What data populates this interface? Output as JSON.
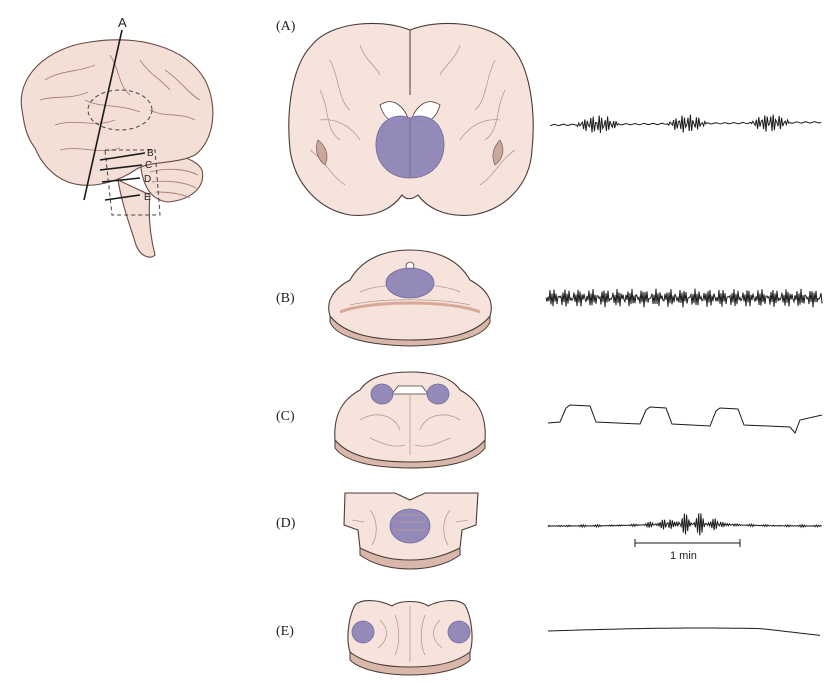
{
  "labels": {
    "section_a": "A",
    "section_b": "B",
    "section_c": "C",
    "section_d": "D",
    "section_e": "E"
  },
  "panels": [
    {
      "id": "A",
      "label": "(A)"
    },
    {
      "id": "B",
      "label": "(B)"
    },
    {
      "id": "C",
      "label": "(C)"
    },
    {
      "id": "D",
      "label": "(D)"
    },
    {
      "id": "E",
      "label": "(E)"
    }
  ],
  "scale_bar": {
    "label": "1 min"
  },
  "colors": {
    "tissue": "#f6e4dc",
    "tissue_side": "#d9b8ab",
    "nucleus": "#8f86b8",
    "trace": "#1a1a1a"
  }
}
